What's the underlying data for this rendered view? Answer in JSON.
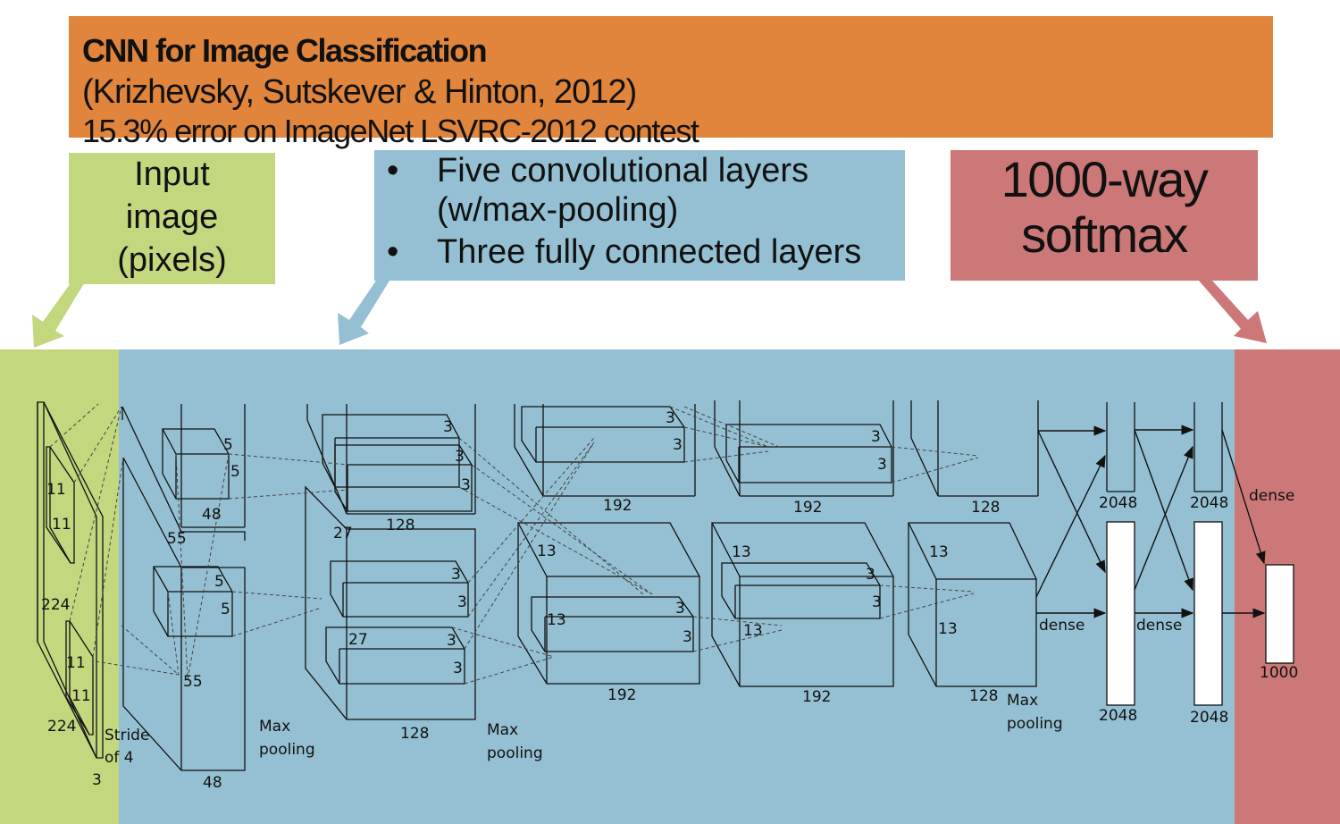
{
  "header": {
    "title": "CNN for Image Classification",
    "citation": "(Krizhevsky, Sutskever & Hinton, 2012)",
    "result": "15.3% error on ImageNet LSVRC-2012 contest"
  },
  "callouts": {
    "input": [
      "Input",
      "image",
      "(pixels)"
    ],
    "conv": {
      "bullet": "•",
      "items": [
        "Five convolutional layers",
        "(w/max-pooling)",
        "Three fully connected layers"
      ]
    },
    "softmax": [
      "1000-way",
      "softmax"
    ]
  },
  "colors": {
    "orange": "#e0853b",
    "green": "#c3d77f",
    "blue": "#95c0d3",
    "red": "#cc7878"
  },
  "diagram": {
    "input": {
      "kernel": "11",
      "kernel2": "11",
      "size": "224",
      "size2": "224",
      "depth": "3",
      "stride1": "Stride",
      "stride2": "of 4"
    },
    "conv1": {
      "kernel": "5",
      "kernel2": "5",
      "size": "55",
      "size2": "55",
      "depth": "48"
    },
    "pool1": [
      "Max",
      "pooling"
    ],
    "conv2": {
      "kernel": "3",
      "size": "27",
      "depth": "128"
    },
    "pool2": [
      "Max",
      "pooling"
    ],
    "conv3": {
      "kernel": "3",
      "size": "13",
      "depth": "192"
    },
    "conv4": {
      "kernel": "3",
      "size": "13",
      "depth": "192"
    },
    "conv5": {
      "size": "13",
      "depth": "128"
    },
    "pool3": [
      "Max",
      "pooling"
    ],
    "fc": {
      "size": "2048",
      "dense": "dense",
      "output": "1000"
    }
  }
}
